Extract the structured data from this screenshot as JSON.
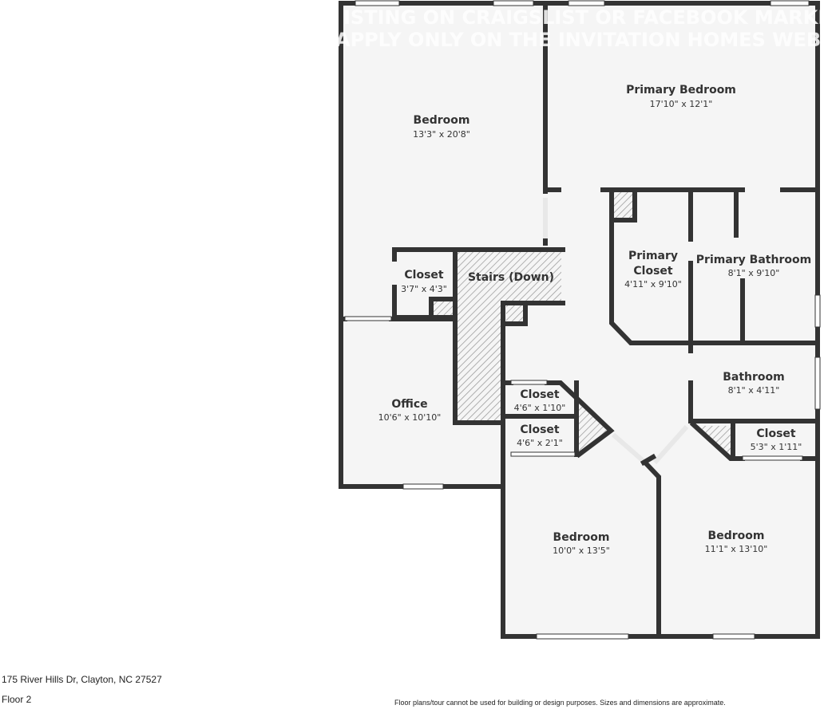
{
  "watermark": {
    "line1": "ISTING ON CRAIGSLIST OR FACEBOOK MARKETPLACE",
    "line2": "APPLY ONLY ON THE INVITATION HOMES WEBSITE"
  },
  "rooms": [
    {
      "name": "Bedroom",
      "dims": "13'3\" x 20'8\""
    },
    {
      "name": "Primary Bedroom",
      "dims": "17'10\" x 12'1\""
    },
    {
      "name": "Closet",
      "dims": "3'7\" x 4'3\""
    },
    {
      "name": "Stairs (Down)",
      "dims": ""
    },
    {
      "name": "Primary",
      "name2": "Closet",
      "dims": "4'11\" x 9'10\""
    },
    {
      "name": "Primary Bathroom",
      "dims": "8'1\" x 9'10\""
    },
    {
      "name": "Bathroom",
      "dims": "8'1\" x 4'11\""
    },
    {
      "name": "Office",
      "dims": "10'6\" x 10'10\""
    },
    {
      "name": "Closet",
      "dims": "4'6\" x 1'10\""
    },
    {
      "name": "Closet",
      "dims": "4'6\" x 2'1\""
    },
    {
      "name": "Closet",
      "dims": "5'3\" x 1'11\""
    },
    {
      "name": "Bedroom",
      "dims": "10'0\" x 13'5\""
    },
    {
      "name": "Bedroom",
      "dims": "11'1\" x 13'10\""
    }
  ],
  "footer": {
    "address": "175 River Hills Dr, Clayton, NC 27527",
    "floor": "Floor 2",
    "disclaimer": "Floor plans/tour cannot be used for building or design purposes. Sizes and dimensions are approximate."
  },
  "colors": {
    "wall": "#333333",
    "floor": "#f5f5f5",
    "hatch": "#999999"
  }
}
